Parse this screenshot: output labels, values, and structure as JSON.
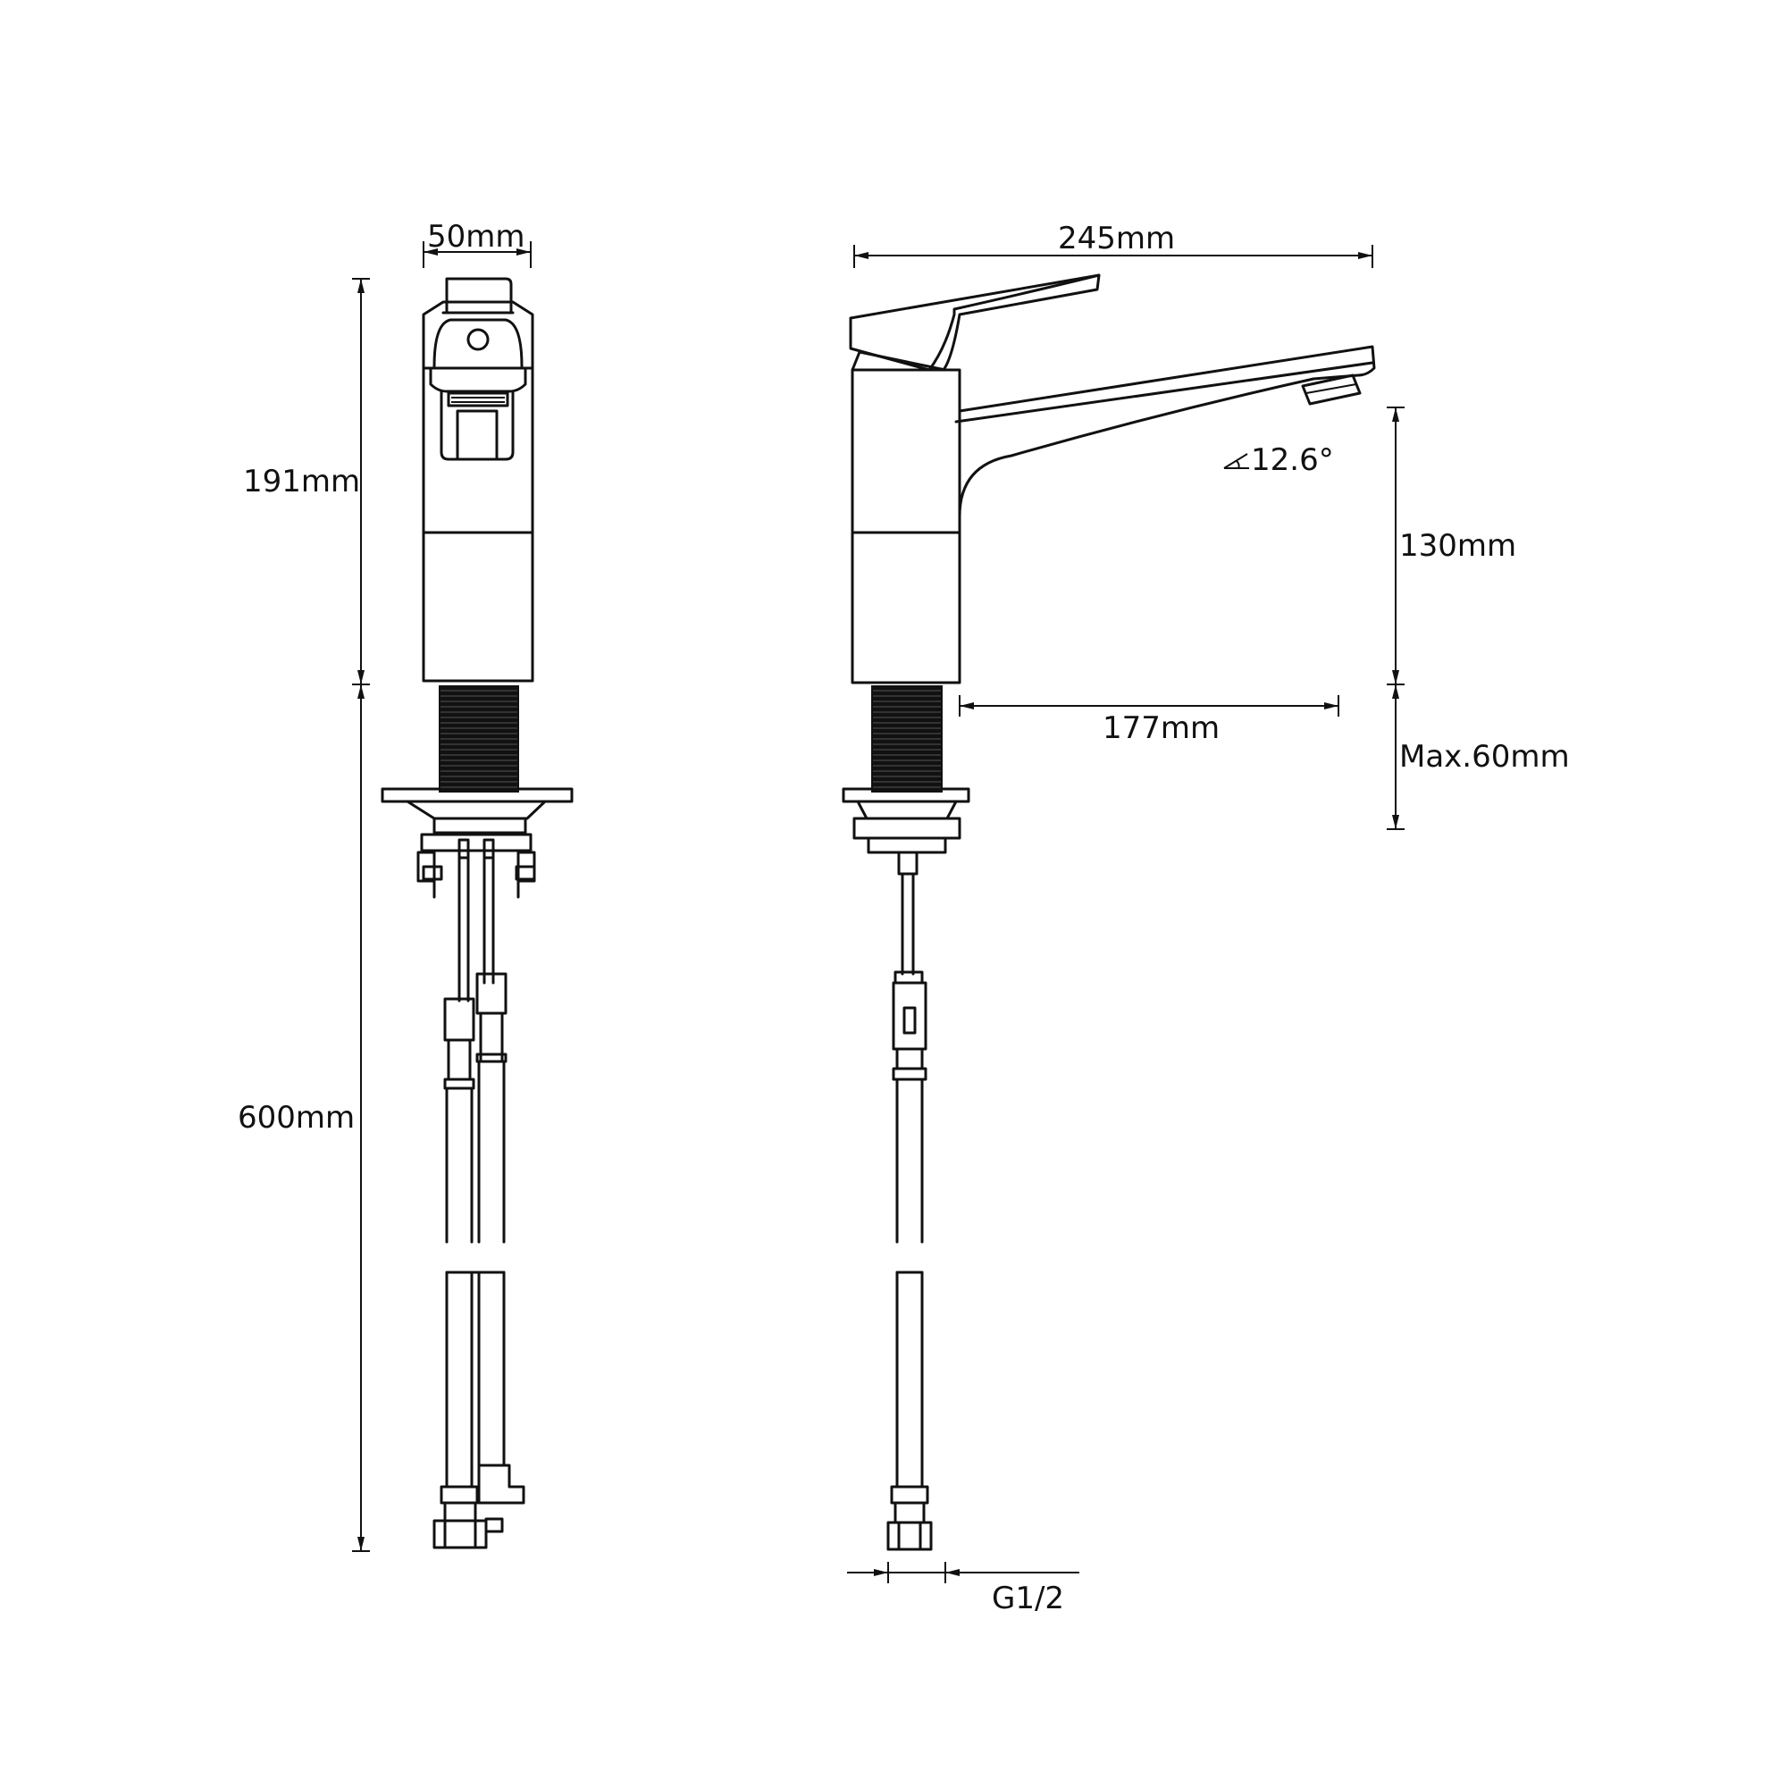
{
  "dimensions": {
    "width_top": "50mm",
    "height_upper": "191mm",
    "height_hose": "600mm",
    "length_total": "245mm",
    "spout_angle": "12.6°",
    "spout_height": "130mm",
    "reach": "177mm",
    "max_thickness": "Max.60mm",
    "thread": "G1/2"
  },
  "colors": {
    "line": "#111111",
    "background": "#ffffff"
  }
}
